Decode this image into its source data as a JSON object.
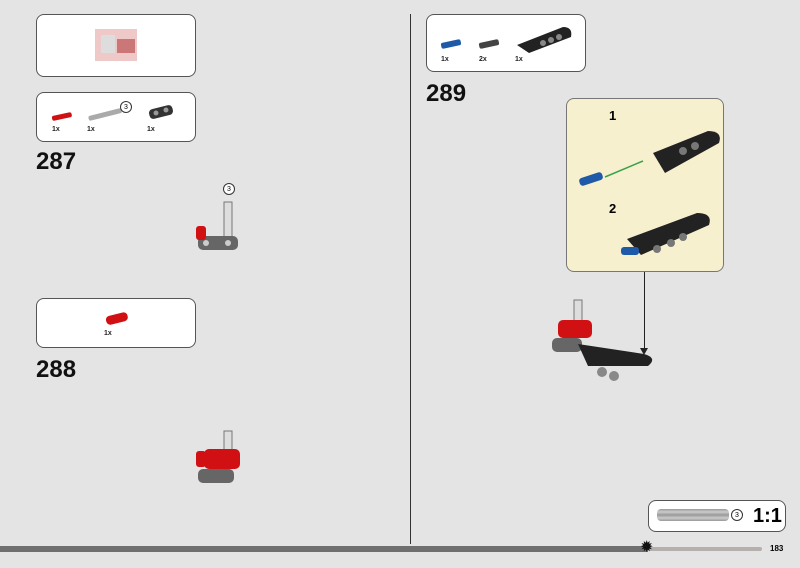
{
  "steps": [
    {
      "number": "287",
      "parts": [
        {
          "qty": "1x",
          "icon": "red-axle"
        },
        {
          "qty": "1x",
          "icon": "gray-axle",
          "length": "3"
        },
        {
          "qty": "1x",
          "icon": "black-connector"
        }
      ],
      "callout_length": "3"
    },
    {
      "number": "288",
      "parts": [
        {
          "qty": "1x",
          "icon": "red-beam"
        }
      ]
    },
    {
      "number": "289",
      "parts": [
        {
          "qty": "1x",
          "icon": "blue-pin"
        },
        {
          "qty": "2x",
          "icon": "black-pin"
        },
        {
          "qty": "1x",
          "icon": "black-panel"
        }
      ],
      "substeps": [
        "1",
        "2"
      ]
    }
  ],
  "scale_box": {
    "length": "3",
    "label": "1:1"
  },
  "page_number": "183",
  "progress": 0.81,
  "colors": {
    "background": "#e4e4e4",
    "callout": "#f7f0cf",
    "red": "#d01012",
    "blue": "#1e5aa8"
  }
}
